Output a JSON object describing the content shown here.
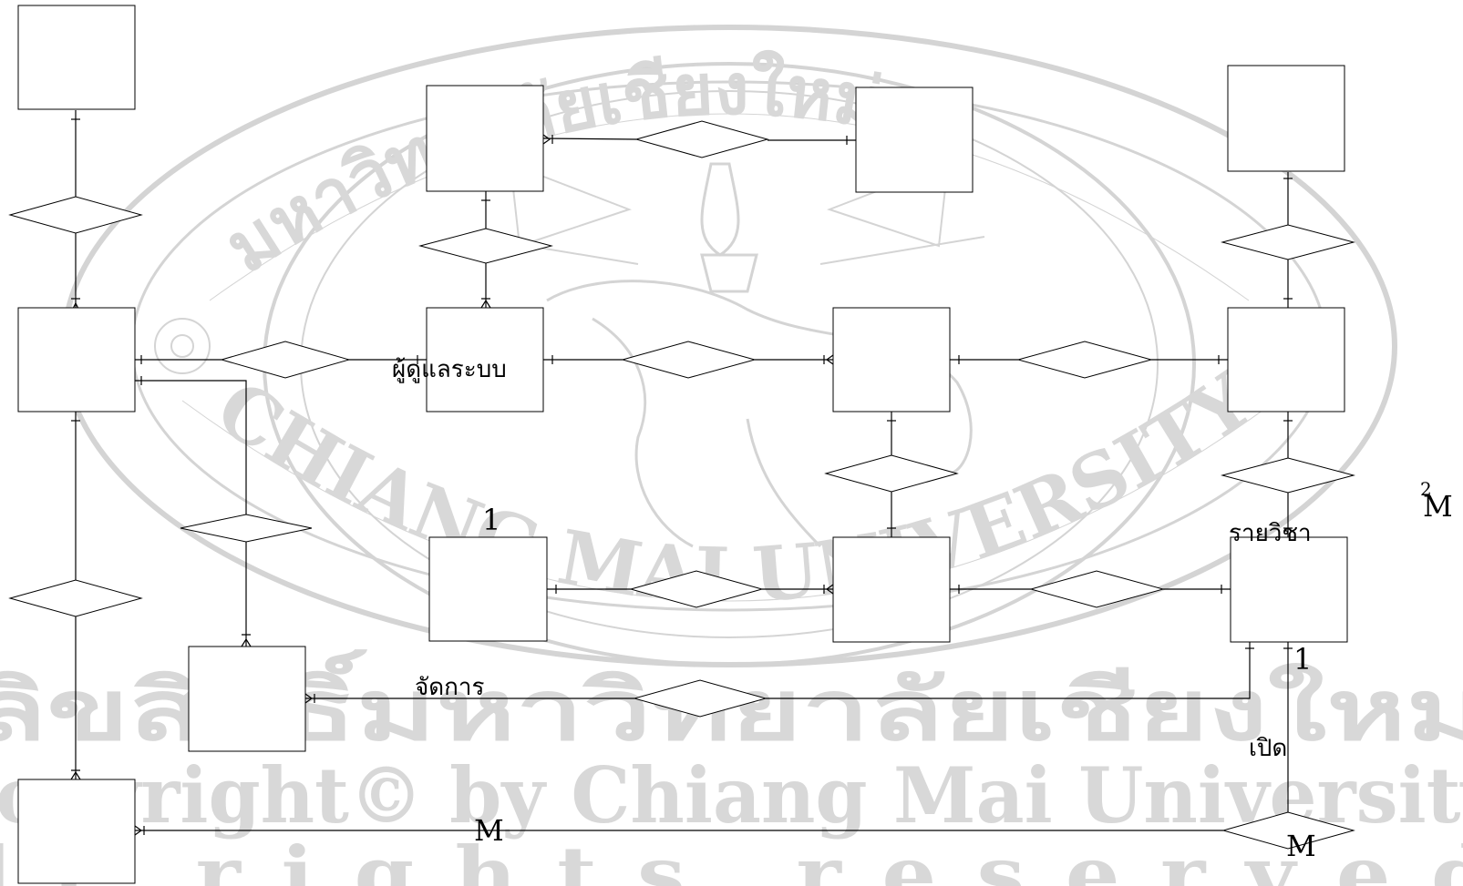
{
  "watermark": {
    "thai_arc": "ลิขสิทธิ์มหาวิทยาลัยเชียงใหม่",
    "copyright": "Copyright© by Chiang Mai University",
    "rights": "All rights reserved",
    "seal_thai": "มหาวิทยาลัยเชียงใหม่",
    "seal_en": "CHIANG MAI UNIVERSITY"
  },
  "diagram": {
    "labels": {
      "admin": "ผู้ดูแลระบบ",
      "manage": "จัดการ",
      "course": "รายวิชา",
      "open": "เปิด"
    },
    "cardinality": {
      "one_top": "1",
      "one_right": "1",
      "many_bottom": "M",
      "many_corner": "M",
      "many_far_right": "M",
      "many_far_right_sup": "2"
    }
  }
}
